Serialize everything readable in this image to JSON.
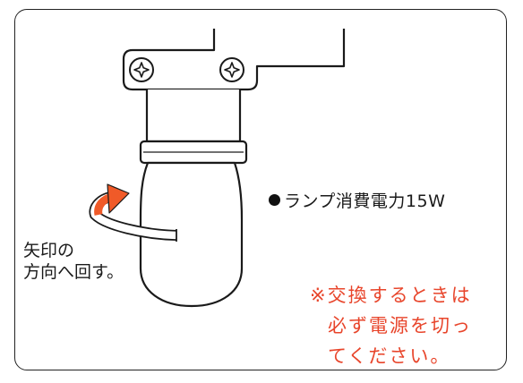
{
  "spec": {
    "bullet": "●",
    "text": "ランプ消費電力15W"
  },
  "arrow_label": {
    "line1": "矢印の",
    "line2": "方向へ回す。"
  },
  "warning": {
    "line1": "※交換するときは",
    "line2": "必ず電源を切っ",
    "line3": "てください。"
  },
  "colors": {
    "warning": "#e8452b",
    "arrow": "#f05a28",
    "line": "#1a1a1a"
  },
  "icons": {
    "screw_left": "screw-icon",
    "screw_right": "screw-icon",
    "arrow": "rotation-arrow-icon"
  }
}
